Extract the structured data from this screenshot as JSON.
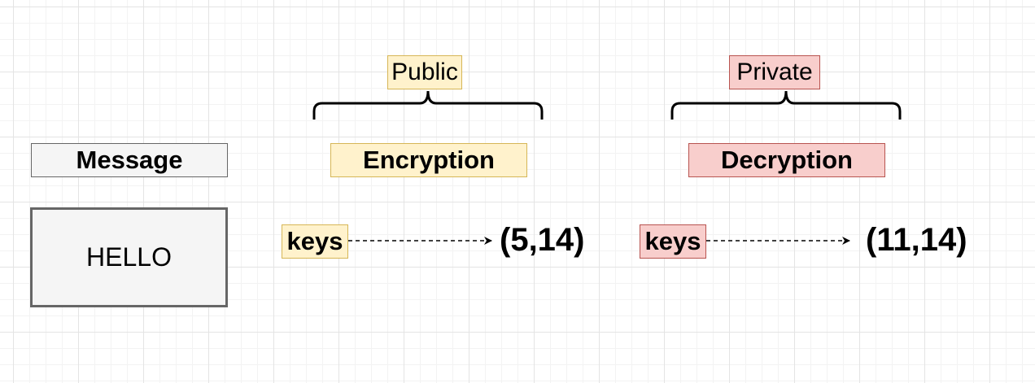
{
  "message": {
    "header": "Message",
    "value": "HELLO"
  },
  "encryption": {
    "key_type": "Public",
    "header": "Encryption",
    "keys_label": "keys",
    "keys_value": "(5,14)",
    "color_fill": "#fff2cc",
    "color_stroke": "#d6b656"
  },
  "decryption": {
    "key_type": "Private",
    "header": "Decryption",
    "keys_label": "keys",
    "keys_value": "(11,14)",
    "color_fill": "#f8cecc",
    "color_stroke": "#b85450"
  }
}
